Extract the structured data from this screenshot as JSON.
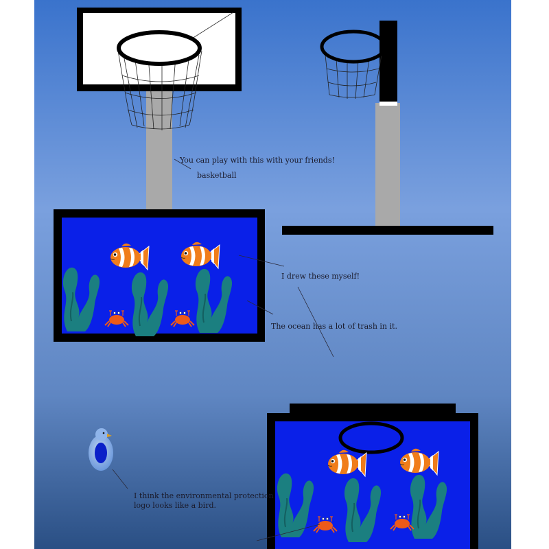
{
  "notes": {
    "friends": "You can play with this with your friends!",
    "basketball": "basketball",
    "drew": "I drew these myself!",
    "trash": "The ocean has a lot of trash in it.",
    "bird_line1": "I think the environmental protection",
    "bird_line2": "logo looks like a bird."
  },
  "colors": {
    "background_top": "#3a73cc",
    "background_mid": "#7aa0de",
    "background_bottom": "#2a4f84",
    "tank_water": "#0a20e8",
    "tank_frame": "#000000",
    "pole": "#a9a9a9",
    "seaweed": "#1b7f80",
    "clownfish": "#f07d1a",
    "crab": "#ee5a18"
  }
}
